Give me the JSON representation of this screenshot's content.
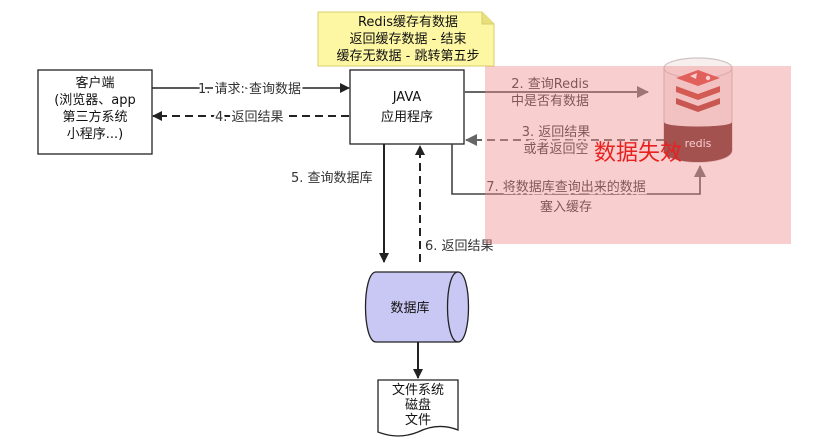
{
  "note": {
    "lines": [
      "Redis缓存有数据",
      "返回缓存数据 - 结束",
      "缓存无数据 - 跳转第五步"
    ]
  },
  "client": {
    "lines": [
      "客户端",
      "(浏览器、app",
      "第三方系统",
      "小程序...)"
    ]
  },
  "java": {
    "lines": [
      "JAVA",
      "应用程序"
    ]
  },
  "database": {
    "label": "数据库"
  },
  "file": {
    "lines": [
      "文件系统",
      "磁盘",
      "文件"
    ]
  },
  "redis": {
    "logo_text": "redis"
  },
  "arrows": {
    "step1": "1. 请求: 查询数据",
    "step4": "4. 返回结果",
    "step2": [
      "2. 查询Redis",
      "中是否有数据"
    ],
    "step3": [
      "3. 返回结果",
      "或者返回空"
    ],
    "step5": "5. 查询数据库",
    "step6": "6. 返回结果",
    "step7": [
      "7. 将数据库查询出来的数据",
      "塞入缓存"
    ]
  },
  "overlay": {
    "label": "数据失效",
    "color": "#f7c9c9",
    "text_color": "#e8201e"
  },
  "colors": {
    "note_fill": "#fdf6a3",
    "db_fill": "#c9c8f4",
    "redis_red": "#c0392b",
    "line": "#222222"
  }
}
